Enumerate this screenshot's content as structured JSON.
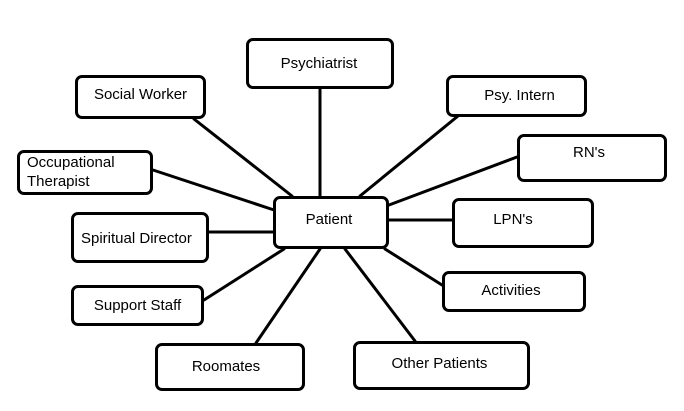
{
  "diagram": {
    "center": {
      "label": "Patient"
    },
    "nodes": {
      "psychiatrist": {
        "label": "Psychiatrist"
      },
      "social_worker": {
        "label": "Social Worker"
      },
      "psy_intern": {
        "label": "Psy. Intern"
      },
      "occupational_therapist": {
        "label_line1": "Occupational",
        "label_line2": "Therapist"
      },
      "rns": {
        "label": "RN's"
      },
      "lpns": {
        "label": "LPN's"
      },
      "spiritual_director": {
        "label": "Spiritual Director"
      },
      "activities": {
        "label": "Activities"
      },
      "support_staff": {
        "label": "Support Staff"
      },
      "roomates": {
        "label": "Roomates"
      },
      "other_patients": {
        "label": "Other Patients"
      }
    },
    "colors": {
      "line": "#000000",
      "background": "#ffffff",
      "text": "#000000"
    }
  }
}
